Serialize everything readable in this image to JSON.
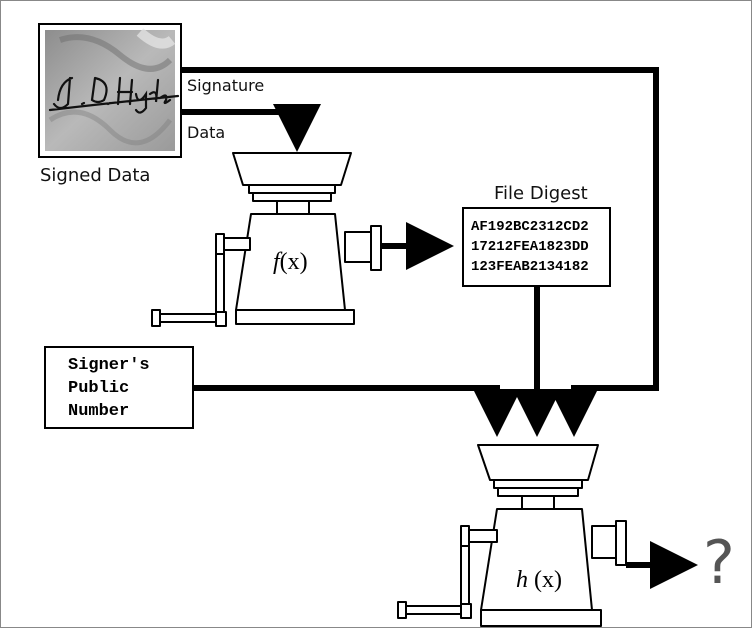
{
  "labels": {
    "signature": "Signature",
    "data": "Data",
    "signed_data": "Signed Data",
    "file_digest": "File Digest",
    "question": "?"
  },
  "signature_image": {
    "handwriting": "J.D. Hyde"
  },
  "digest_lines": [
    "AF192BC2312CD2",
    "17212FEA1823DD",
    "123FEAB2134182"
  ],
  "public_number_lines": [
    "Signer's",
    "Public",
    "Number"
  ],
  "machines": {
    "f": {
      "name": "f",
      "arg": "(x)"
    },
    "h": {
      "name": "h",
      "arg": "(x)"
    }
  }
}
